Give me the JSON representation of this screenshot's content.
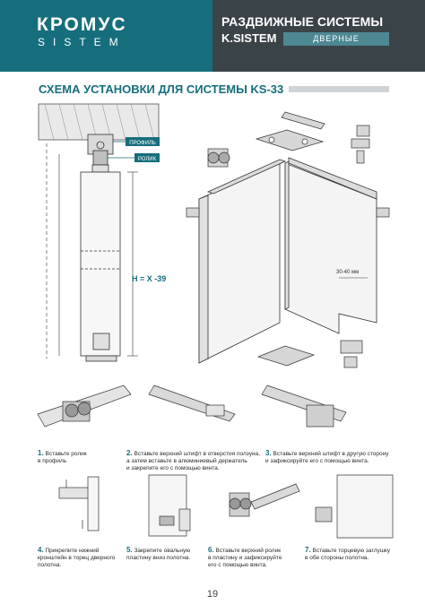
{
  "header": {
    "logo_main": "КРОМУС",
    "logo_sub": "SISTEM",
    "title_line1": "РАЗДВИЖНЫЕ СИСТЕМЫ",
    "title_line2": "K.SISTEM",
    "badge": "ДВЕРНЫЕ"
  },
  "section_title": "СХЕМА УСТАНОВКИ ДЛЯ СИСТЕМЫ KS-33",
  "diagram": {
    "label_profile": "ПРОФИЛЬ",
    "label_roller": "РОЛИК",
    "formula": "H = X -39",
    "gap_label": "30-40 мм"
  },
  "steps": [
    {
      "num": "1.",
      "text_l1": "Вставьте ролик",
      "text_l2": "в профиль",
      "text_l3": ""
    },
    {
      "num": "2.",
      "text_l1": "Вставьте верхний штифт в отверстия ползуна,",
      "text_l2": "а затем вставьте в  алюминиевый держатель",
      "text_l3": "и закрепите его с помощью винта."
    },
    {
      "num": "3.",
      "text_l1": "Вставьте верхний штифт в другую сторону",
      "text_l2": "и зафиксируйте его с помощью винта.",
      "text_l3": ""
    },
    {
      "num": "4.",
      "text_l1": "Прикрепите нижний",
      "text_l2": "кронштейн в торец дверного",
      "text_l3": "полотна."
    },
    {
      "num": "5.",
      "text_l1": "Закрепите овальную",
      "text_l2": "пластину вниз полотна.",
      "text_l3": ""
    },
    {
      "num": "6.",
      "text_l1": "Вставьте верхний ролик",
      "text_l2": "в пластину и зафиксируйте",
      "text_l3": "его с помощью винта."
    },
    {
      "num": "7.",
      "text_l1": "Вставьте торцевую заглушку",
      "text_l2": "в обе стороны полотна.",
      "text_l3": ""
    }
  ],
  "page_number": "19",
  "colors": {
    "teal": "#166e7c",
    "dark": "#3a4347",
    "badge": "#4d8893"
  }
}
